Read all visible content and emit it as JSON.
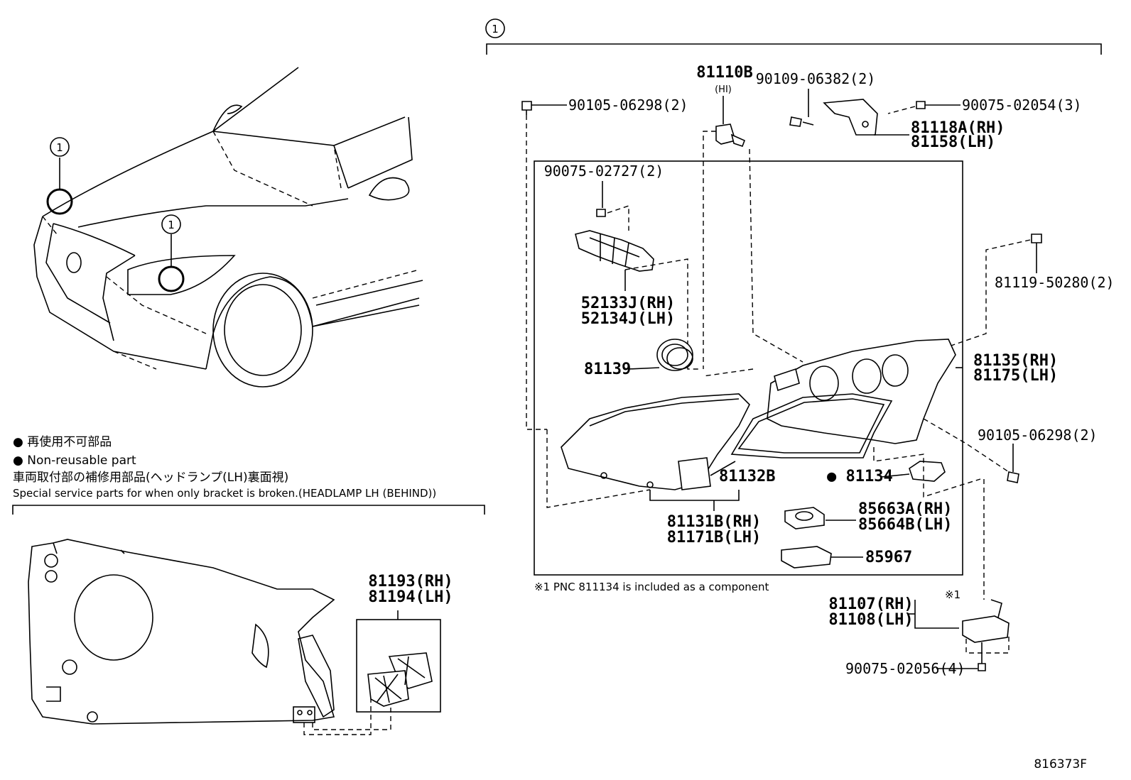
{
  "ref_marker": "1",
  "legend": {
    "line1_bullet": "●",
    "line1": "再使用不可部品",
    "line2": "Non-reusable part",
    "line3": "車両取付部の補修用部品(ヘッドランプ(LH)裏面視)",
    "line4": "Special service parts for when only bracket is broken.(HEADLAMP LH (BEHIND))"
  },
  "parts": {
    "p90105_top": "90105-06298(2)",
    "p81110b": "81110B",
    "p81110b_sub": "(HI)",
    "p90109": "90109-06382(2)",
    "p90075_02054": "90075-02054(3)",
    "p81118a": "81118A(RH)",
    "p81158": "81158(LH)",
    "p90075_02727": "90075-02727(2)",
    "p52133j": "52133J(RH)",
    "p52134j": "52134J(LH)",
    "p81119": "81119-50280(2)",
    "p81139": "81139",
    "p81135": "81135(RH)",
    "p81175": "81175(LH)",
    "p81132b": "81132B",
    "p90105_right": "90105-06298(2)",
    "p81134": "81134",
    "p81131b": "81131B(RH)",
    "p81171b": "81171B(LH)",
    "p85663a": "85663A(RH)",
    "p85664b": "85664B(LH)",
    "p85967": "85967",
    "p81107": "81107(RH)",
    "p81108": "81108(LH)",
    "p90075_02056": "90075-02056(4)",
    "p81193": "81193(RH)",
    "p81194": "81194(LH)"
  },
  "note_component": "※1 PNC 811134 is included as a component",
  "note_mark": "※1",
  "figure_id": "816373F"
}
